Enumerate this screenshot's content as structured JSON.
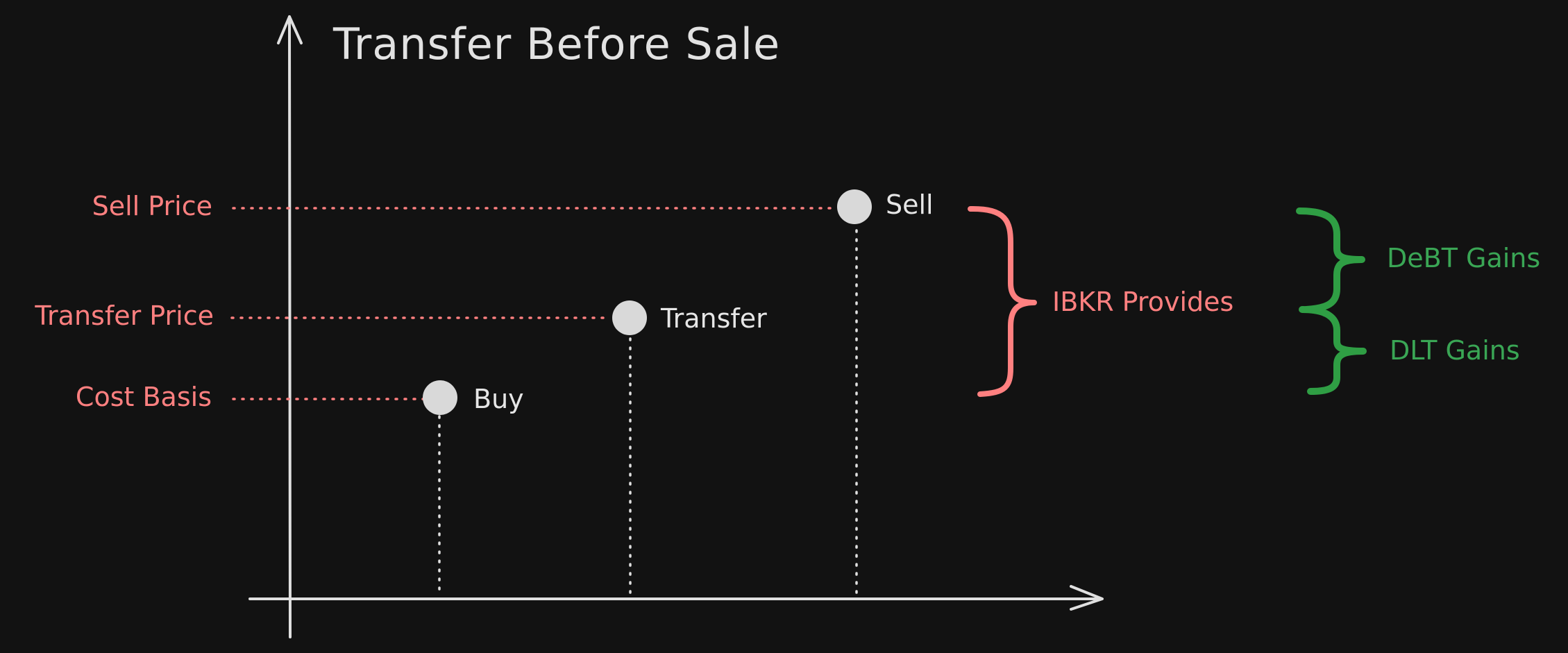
{
  "title": "Transfer Before Sale",
  "levels": {
    "sell_price": "Sell Price",
    "transfer_price": "Transfer Price",
    "cost_basis": "Cost Basis"
  },
  "events": {
    "buy": "Buy",
    "transfer": "Transfer",
    "sell": "Sell"
  },
  "braces": {
    "ibkr": "IBKR Provides",
    "debt_gains": "DeBT Gains",
    "dlt_gains": "DLT Gains"
  },
  "colors": {
    "background": "#121212",
    "axis": "#e0e0e0",
    "price_labels": "#ff8080",
    "gains": "#2f9e44"
  }
}
